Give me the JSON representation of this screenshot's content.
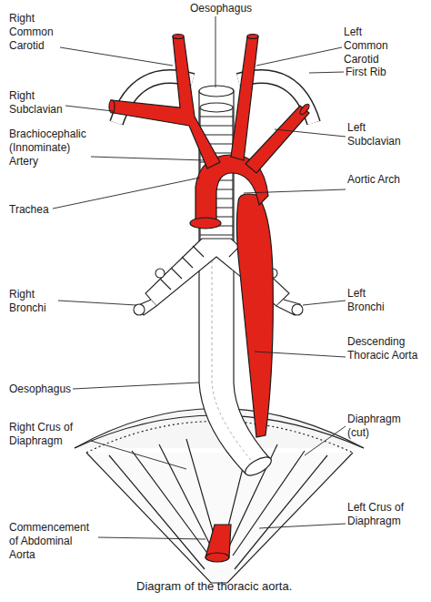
{
  "diagram": {
    "caption": "Diagram of the thoracic aorta.",
    "labels": [
      "Oesophagus",
      "Right Common Carotid",
      "Left Common Carotid",
      "First Rib",
      "Right Subclavian",
      "Left Subclavian",
      "Brachiocephalic (Innominate) Artery",
      "Aortic Arch",
      "Trachea",
      "Right Bronchi",
      "Left Bronchi",
      "Descending Thoracic Aorta",
      "Oesophagus",
      "Right Crus of Diaphragm",
      "Diaphragm (cut)",
      "Left Crus of Diaphragm",
      "Commencement of Abdominal Aorta"
    ]
  }
}
